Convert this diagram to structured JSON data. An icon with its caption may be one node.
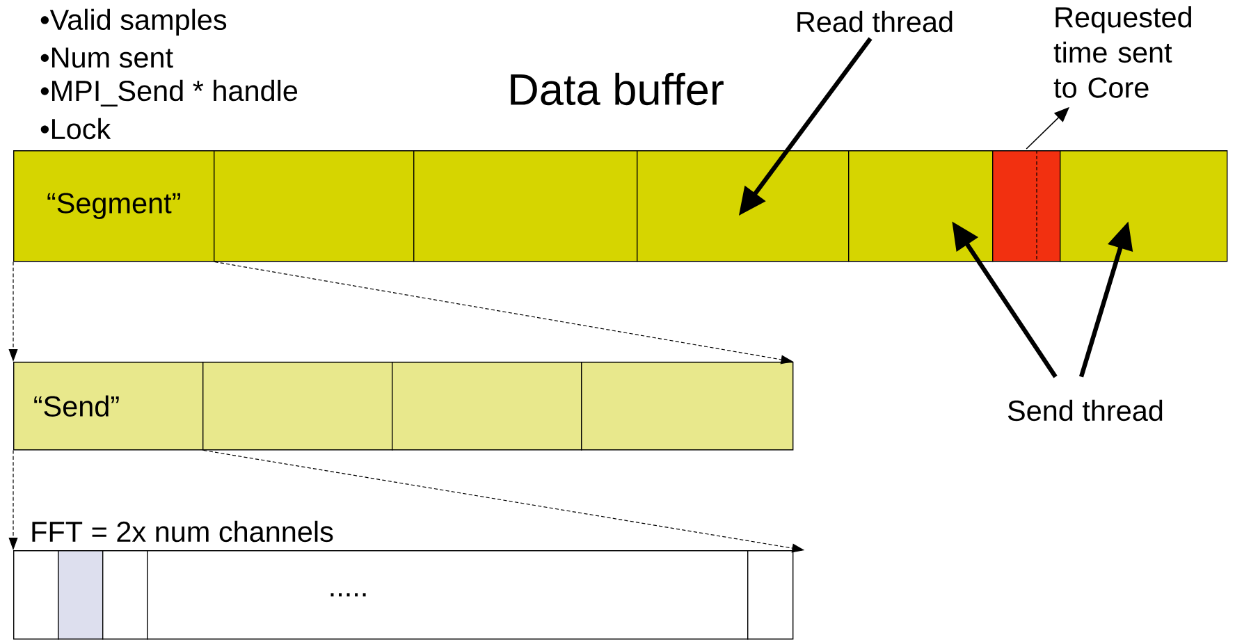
{
  "diagram": {
    "title": "Data buffer",
    "nodes": [
      {
        "text": [
          "Read thread"
        ]
      },
      {
        "text": [
          "Requested time sent to Core"
        ]
      },
      {
        "text": [
          "“Segment”"
        ]
      },
      {
        "text": [],
        "shape": "box"
      },
      {
        "text": [],
        "shape": "box"
      },
      {
        "text": [],
        "shape": "box"
      },
      {
        "text": [],
        "shape": "box"
      },
      {
        "text": [],
        "shape": "box"
      },
      {
        "text": [],
        "shape": "box"
      },
      {
        "text": [
          "Send thread"
        ]
      },
      {
        "text": [
          "“Send”"
        ]
      },
      {
        "text": [],
        "shape": "box"
      },
      {
        "text": [],
        "shape": "box"
      },
      {
        "text": [],
        "shape": "box"
      },
      {
        "text": [],
        "shape": "box"
      },
      {
        "text": [],
        "shape": "box"
      },
      {
        "text": [],
        "shape": "box"
      },
      {
        "text": [
          "....."
        ]
      },
      {
        "text": [],
        "shape": "box"
      }
    ],
    "edges": [
      {
        "from": 0,
        "to": 5,
        "arrow": "to",
        "style": "thick"
      },
      {
        "from": 9,
        "to": 6,
        "arrow": "to",
        "style": "thick"
      },
      {
        "from": 9,
        "to": 8,
        "arrow": "to",
        "style": "thick"
      },
      {
        "from": 7,
        "to": 1,
        "arrow": "to"
      },
      {
        "from": 2,
        "to": 10,
        "arrow": "to",
        "style": "dashed"
      },
      {
        "from": 2,
        "to": 13,
        "arrow": "to",
        "style": "dashed"
      },
      {
        "from": 10,
        "to": 14,
        "arrow": "to",
        "style": "dashed"
      },
      {
        "from": 10,
        "to": 18,
        "arrow": "to",
        "style": "dashed"
      }
    ],
    "labels": [
      "•Valid samples",
      "•Num sent",
      "•MPI_Send * handle",
      "•Lock",
      "FFT = 2x num channels"
    ]
  }
}
